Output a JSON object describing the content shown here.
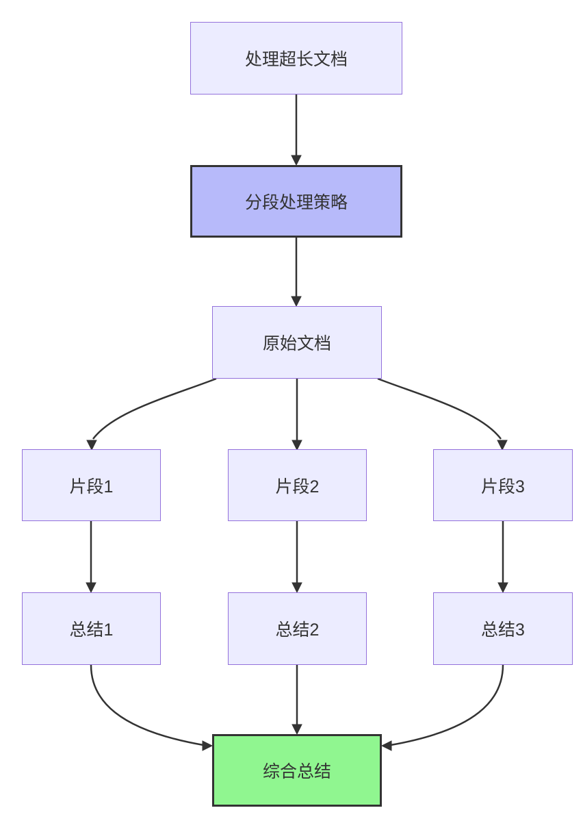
{
  "diagram": {
    "type": "flowchart",
    "direction": "top-down",
    "colors": {
      "background": "#FFFFFF",
      "node_fill": "#ECECFF",
      "node_border": "#9370DB",
      "highlight_fill": "#B7BAFA",
      "highlight_border": "#333333",
      "success_fill": "#90F690",
      "success_border": "#333333",
      "edge": "#333333",
      "text": "#333333"
    },
    "nodes": [
      {
        "id": "task",
        "label": "处理超长文档",
        "style": "default"
      },
      {
        "id": "strategy",
        "label": "分段处理策略",
        "style": "highlight"
      },
      {
        "id": "original",
        "label": "原始文档",
        "style": "default"
      },
      {
        "id": "frag1",
        "label": "片段1",
        "style": "default"
      },
      {
        "id": "frag2",
        "label": "片段2",
        "style": "default"
      },
      {
        "id": "frag3",
        "label": "片段3",
        "style": "default"
      },
      {
        "id": "sum1",
        "label": "总结1",
        "style": "default"
      },
      {
        "id": "sum2",
        "label": "总结2",
        "style": "default"
      },
      {
        "id": "sum3",
        "label": "总结3",
        "style": "default"
      },
      {
        "id": "final",
        "label": "综合总结",
        "style": "success"
      }
    ],
    "edges": [
      {
        "from": "处理超长文档",
        "to": "分段处理策略"
      },
      {
        "from": "分段处理策略",
        "to": "原始文档"
      },
      {
        "from": "原始文档",
        "to": "片段1"
      },
      {
        "from": "原始文档",
        "to": "片段2"
      },
      {
        "from": "原始文档",
        "to": "片段3"
      },
      {
        "from": "片段1",
        "to": "总结1"
      },
      {
        "from": "片段2",
        "to": "总结2"
      },
      {
        "from": "片段3",
        "to": "总结3"
      },
      {
        "from": "总结1",
        "to": "综合总结"
      },
      {
        "from": "总结2",
        "to": "综合总结"
      },
      {
        "from": "总结3",
        "to": "综合总结"
      }
    ]
  }
}
